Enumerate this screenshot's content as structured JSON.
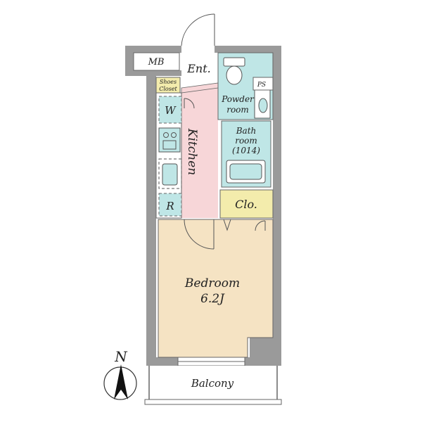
{
  "rooms": {
    "mb": "MB",
    "entrance": "Ent.",
    "shoes_line1": "Shoes",
    "shoes_line2": "Closet",
    "ps": "PS",
    "powder_line1": "Powder",
    "powder_line2": "room",
    "washer": "W",
    "kitchen": "Kitchen",
    "bath_line1": "Bath",
    "bath_line2": "room",
    "bath_line3": "(1014)",
    "refrigerator": "R",
    "closet": "Clo.",
    "bedroom_line1": "Bedroom",
    "bedroom_line2": "6.2J",
    "balcony": "Balcony"
  },
  "compass": {
    "north": "N"
  },
  "colors": {
    "wall": "#9a9a9a",
    "bedroom": "#f5e3c3",
    "kitchen": "#f7d6d8",
    "wet_area": "#bfe6e6",
    "closet": "#f3ecac",
    "shoes_closet": "#f3ecac"
  }
}
